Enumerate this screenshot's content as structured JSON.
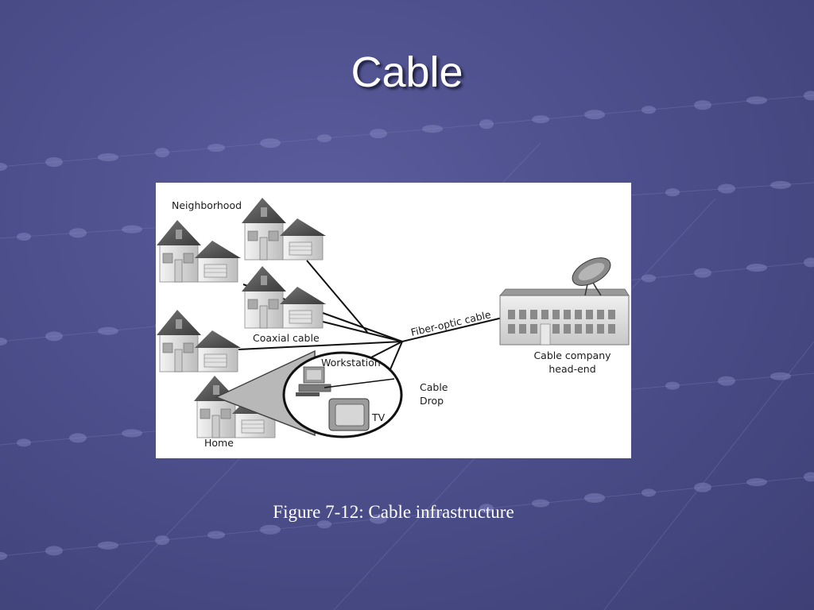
{
  "slide": {
    "title": "Cable",
    "caption": "Figure 7-12: Cable infrastructure"
  },
  "diagram": {
    "labels": {
      "neighborhood": "Neighborhood",
      "coaxial": "Coaxial cable",
      "fiber": "Fiber-optic cable",
      "headend_line1": "Cable company",
      "headend_line2": "head-end",
      "workstation": "Workstation",
      "drop_line1": "Cable",
      "drop_line2": "Drop",
      "tv": "TV",
      "home": "Home"
    }
  },
  "colors": {
    "background": "#4d4f8c",
    "title_text": "#ffffff",
    "caption_text": "#ffffff"
  }
}
